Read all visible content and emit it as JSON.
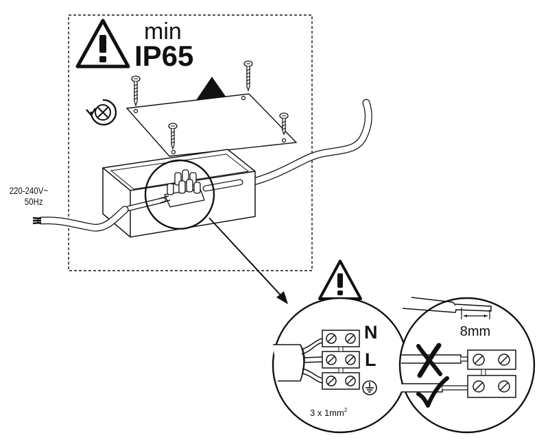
{
  "warning_top": {
    "min_label": "min",
    "ip_label": "IP65"
  },
  "supply": {
    "voltage": "220-240V~",
    "frequency": "50Hz"
  },
  "terminal_detail": {
    "neutral_label": "N",
    "live_label": "L",
    "cable_spec": "3 x 1mm",
    "cable_spec_superscript": "2"
  },
  "strip_detail": {
    "strip_length": "8mm"
  },
  "colors": {
    "line": "#111111",
    "background": "#ffffff"
  },
  "icons": [
    "warning-triangle-icon",
    "rotate-screw-icon",
    "up-arrow-icon",
    "earth-ground-icon",
    "cross-mark-icon",
    "check-mark-icon"
  ]
}
